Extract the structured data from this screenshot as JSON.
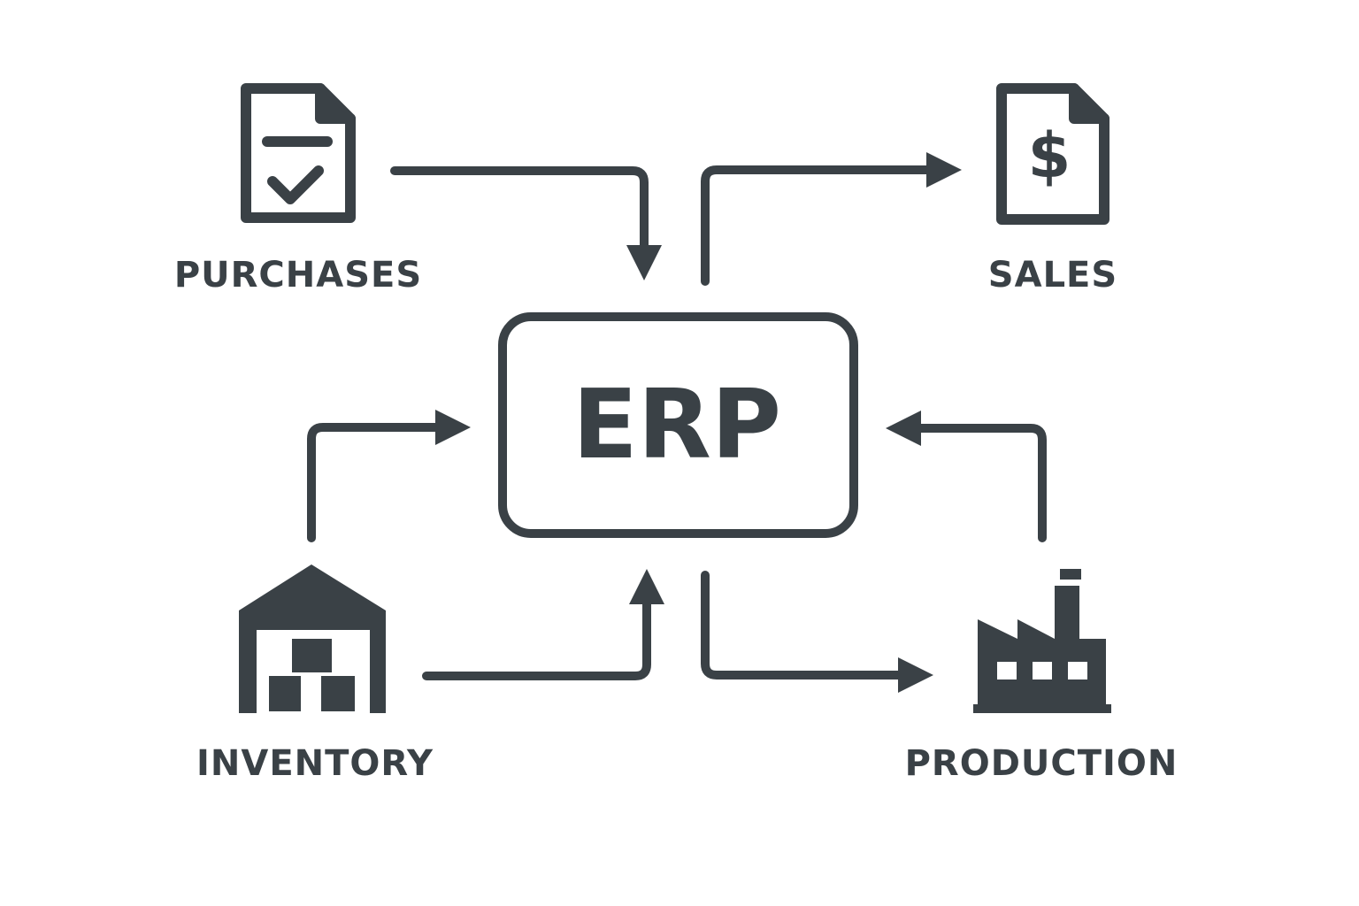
{
  "center": {
    "label": "ERP"
  },
  "nodes": {
    "purchases": {
      "label": "PURCHASES",
      "icon": "document-check-icon"
    },
    "sales": {
      "label": "SALES",
      "icon": "document-dollar-icon"
    },
    "inventory": {
      "label": "INVENTORY",
      "icon": "warehouse-icon"
    },
    "production": {
      "label": "PRODUCTION",
      "icon": "factory-icon"
    }
  },
  "colors": {
    "ink": "#3a4146",
    "background": "#ffffff"
  }
}
